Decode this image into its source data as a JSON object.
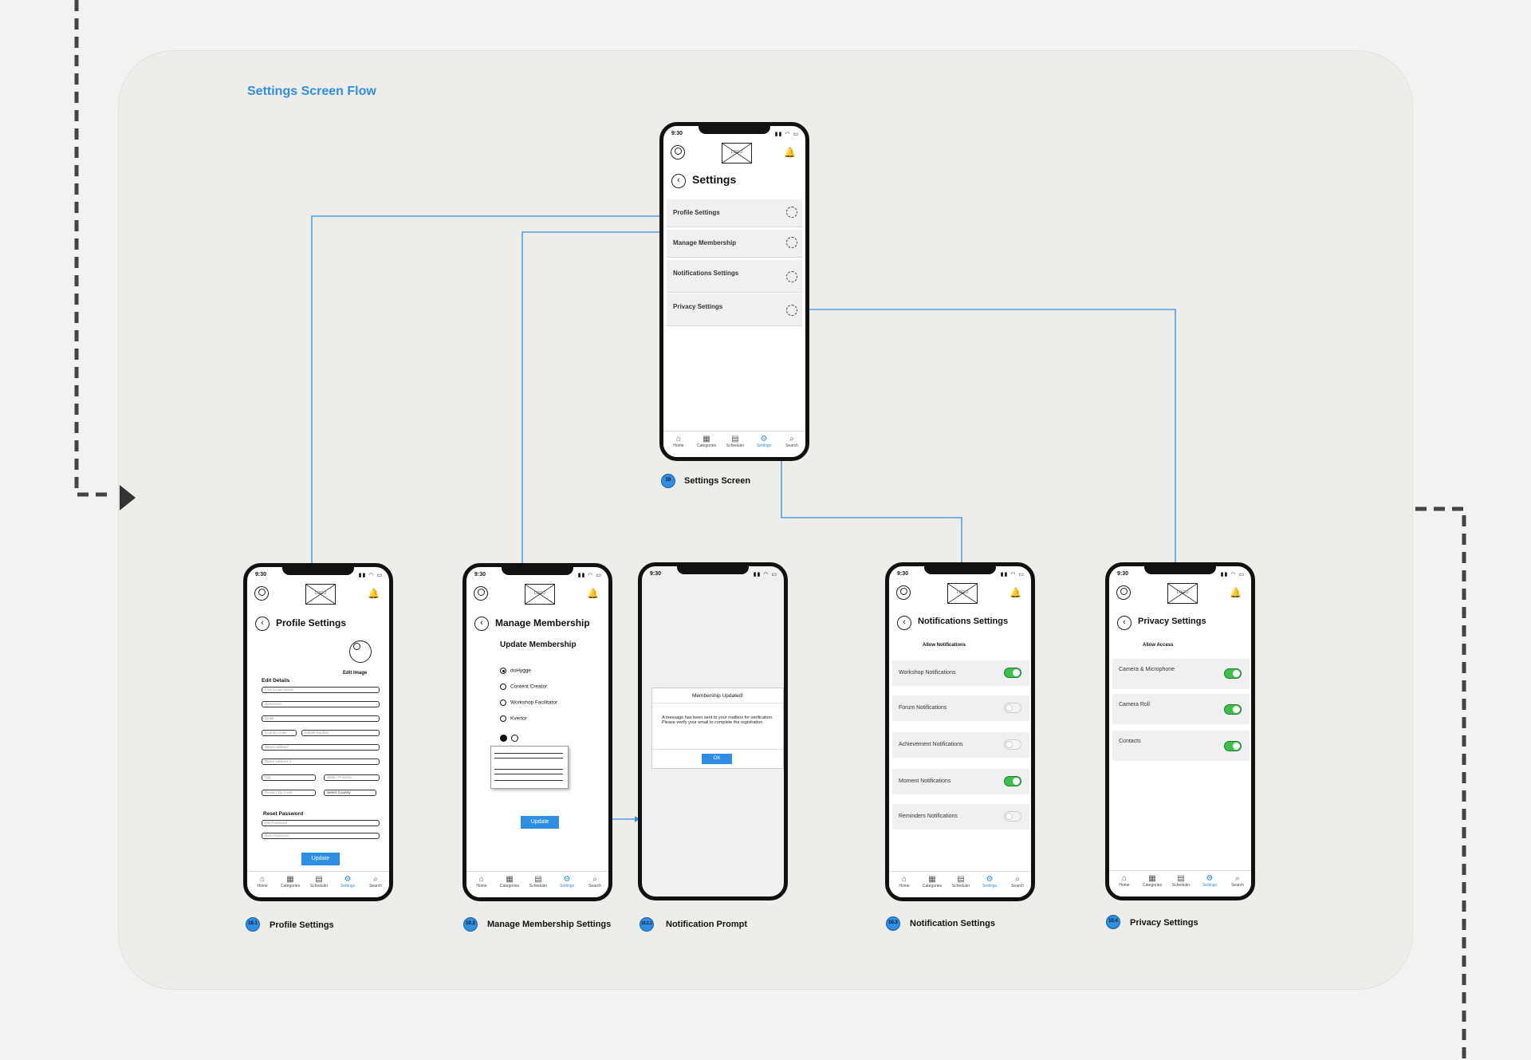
{
  "flow_title": "Settings Screen Flow",
  "colors": {
    "accent": "#2d8ee3",
    "toggle_on": "#3cc24a",
    "board": "#efedea",
    "connector": "#2d8ee3"
  },
  "common": {
    "time": "9:30",
    "status_icons": "▮▮ ◠ ▭",
    "logo_text": "LOGO",
    "back_icon": "‹",
    "bell_icon": "🔔",
    "tabs": [
      {
        "label": "Home",
        "icon": "⌂"
      },
      {
        "label": "Categories",
        "icon": "▦"
      },
      {
        "label": "Scheduler",
        "icon": "▤"
      },
      {
        "label": "Settings",
        "icon": "⚙"
      },
      {
        "label": "Search",
        "icon": "⌕"
      }
    ],
    "tabs_privacy": [
      {
        "label": "Home",
        "icon": "⌂"
      },
      {
        "label": "Categories",
        "icon": "▦"
      },
      {
        "label": "Scheduler",
        "icon": "▤"
      },
      {
        "label": "Settings",
        "icon": "⚙"
      },
      {
        "label": "Search",
        "icon": "⌕"
      }
    ]
  },
  "screens": {
    "settings": {
      "title": "Settings",
      "rows": [
        "Profile Settings",
        "Manage Membership",
        "Notifications Settings",
        "Privacy Settings"
      ],
      "badge": "10",
      "caption": "Settings Screen"
    },
    "profile": {
      "title": "Profile Settings",
      "edit_image": "Edit Image",
      "edit_details": "Edit Details",
      "placeholders": [
        "First & Last Name",
        "Username",
        "Email",
        "Country Code",
        "Mobile Number",
        "Street Address",
        "Street Address 2",
        "City",
        "State / Province",
        "Postal / Zip Code",
        "Select Country"
      ],
      "reset_password": "Reset Password",
      "password_placeholders": [
        "Old Password",
        "New Password"
      ],
      "update": "Update",
      "badge": "10.1",
      "caption": "Profile Settings"
    },
    "membership": {
      "title": "Manage Membership",
      "subtitle": "Update Membership",
      "options": [
        "doHygge",
        "Content Creator",
        "Workshop Facilitator",
        "Kvertor"
      ],
      "selected_index": 0,
      "update": "Update",
      "badge": "10.2",
      "caption": "Manage Membership Settings"
    },
    "prompt": {
      "dialog_title": "Membership Updated!",
      "dialog_body": "A message has been sent to your mailbox for verification. Please verify your email to complete the registration.",
      "ok": "OK",
      "badge": "10.2.1",
      "caption": "Notification Prompt"
    },
    "notifications": {
      "title": "Notifications Settings",
      "subtitle": "Allow Notifications",
      "rows": [
        {
          "label": "Workshop Notifications",
          "on": true
        },
        {
          "label": "Forum Notifications",
          "on": false
        },
        {
          "label": "Achievement Notifications",
          "on": false
        },
        {
          "label": "Moment Notifications",
          "on": true
        },
        {
          "label": "Reminders Notifications",
          "on": false
        }
      ],
      "badge": "10.3",
      "caption": "Notification Settings"
    },
    "privacy": {
      "title": "Privacy Settings",
      "subtitle": "Allow Access",
      "rows": [
        {
          "label": "Camera & Microphone",
          "on": true
        },
        {
          "label": "Camera Roll",
          "on": true
        },
        {
          "label": "Contacts",
          "on": true
        }
      ],
      "badge": "10.4",
      "caption": "Privacy Settings"
    }
  }
}
